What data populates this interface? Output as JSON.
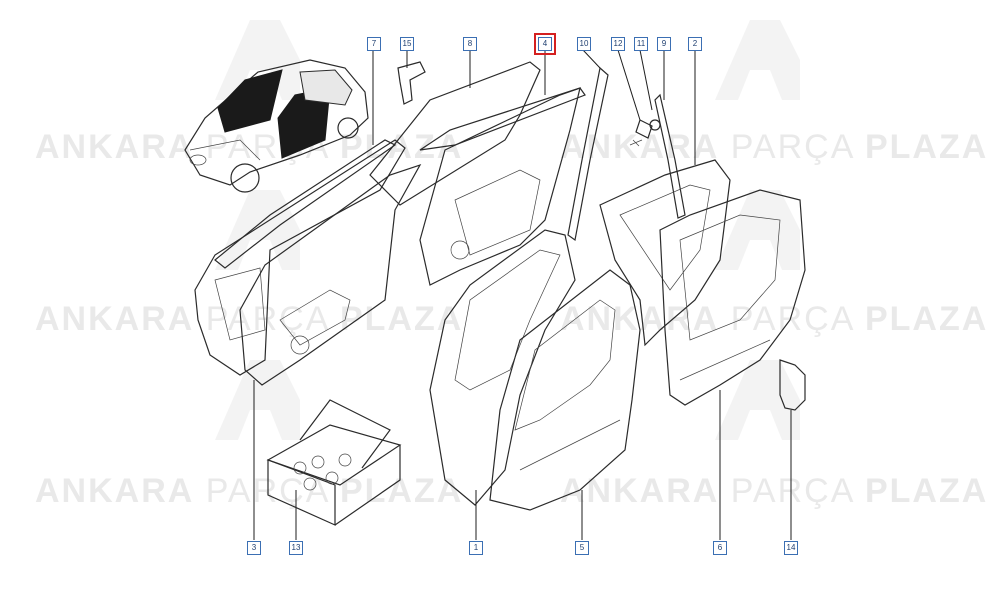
{
  "watermark": {
    "brand_bold_1": "ANKARA",
    "brand_light": "PARÇA",
    "brand_bold_2": "PLAZA",
    "logo_text": "AP"
  },
  "callouts": [
    {
      "id": "7",
      "label": "7"
    },
    {
      "id": "15",
      "label": "15"
    },
    {
      "id": "8",
      "label": "8"
    },
    {
      "id": "4",
      "label": "4",
      "highlighted": true
    },
    {
      "id": "10",
      "label": "10"
    },
    {
      "id": "12",
      "label": "12"
    },
    {
      "id": "11",
      "label": "11"
    },
    {
      "id": "9",
      "label": "9"
    },
    {
      "id": "2",
      "label": "2"
    },
    {
      "id": "3",
      "label": "3"
    },
    {
      "id": "13",
      "label": "13"
    },
    {
      "id": "1",
      "label": "1"
    },
    {
      "id": "5",
      "label": "5"
    },
    {
      "id": "6",
      "label": "6"
    },
    {
      "id": "14",
      "label": "14"
    }
  ],
  "colors": {
    "callout_border": "#3b6fb3",
    "highlight": "#d42020",
    "line": "#2b2b2b",
    "watermark": "#e9e9e9"
  }
}
